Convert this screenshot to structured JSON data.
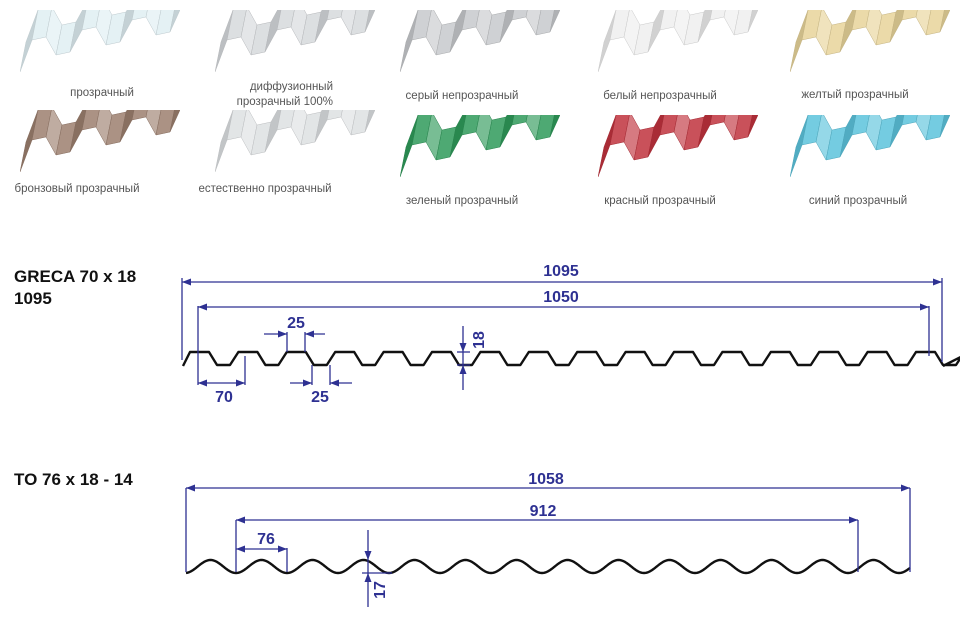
{
  "products": [
    {
      "label": "прозрачный",
      "color": "#dfeef2"
    },
    {
      "label": "диффузионный",
      "label2": "прозрачный 100%",
      "color": "#d6d9dc"
    },
    {
      "label": "серый непрозрачный",
      "color": "#c7c9cc"
    },
    {
      "label": "белый непрозрачный",
      "color": "#eeeeee"
    },
    {
      "label": "желтый прозрачный",
      "color": "#e8d49a"
    },
    {
      "label": "бронзовый прозрачный",
      "color": "#9c7f6e"
    },
    {
      "label": "естественно прозрачный",
      "color": "#dde0e2"
    },
    {
      "label": "зеленый прозрачный",
      "color": "#2f9a5a"
    },
    {
      "label": "красный прозрачный",
      "color": "#c0323d"
    },
    {
      "label": "синий прозрачный",
      "color": "#5cc3dc"
    }
  ],
  "greca": {
    "title1": "GRECA 70 x 18",
    "title2": "1095",
    "overall": "1095",
    "useful": "1050",
    "crest": "25",
    "trough": "25",
    "pitch": "70",
    "height": "18"
  },
  "to": {
    "title": "TO 76 x 18 - 14",
    "overall": "1058",
    "useful": "912",
    "pitch": "76",
    "height": "17"
  },
  "colors": {
    "dimension": "#2e3192",
    "profile": "#111111"
  }
}
